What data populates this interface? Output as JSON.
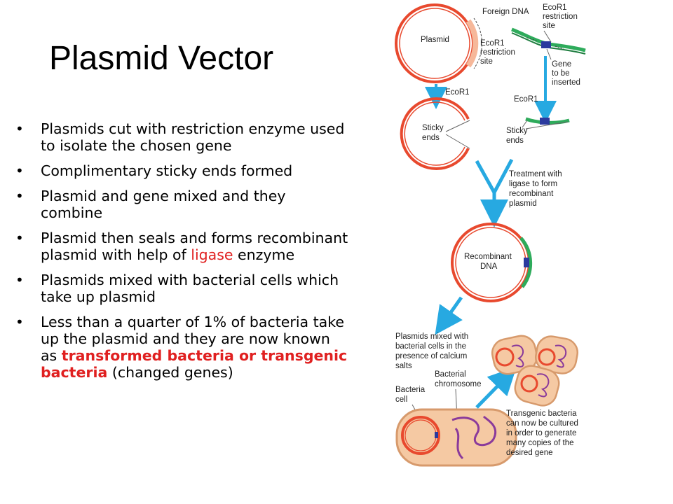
{
  "slide": {
    "title": "Plasmid Vector",
    "bullets": [
      {
        "text": "Plasmids cut with restriction enzyme used to isolate the chosen gene"
      },
      {
        "text": "Complimentary sticky ends formed"
      },
      {
        "text": "Plasmid and gene mixed and they combine"
      },
      {
        "pre": "Plasmid then seals and forms recombinant plasmid with help of ",
        "highlight": "ligase",
        "post": " enzyme"
      },
      {
        "text": "Plasmids mixed with bacterial cells which take up plasmid"
      },
      {
        "pre": "Less than a quarter of 1% of bacteria take up the plasmid and they are now known as ",
        "highlight": "transformed bacteria or transgenic bacteria",
        "post": " (changed genes)"
      }
    ],
    "bullet_glyph": "•"
  },
  "diagram": {
    "labels": {
      "plasmid": "Plasmid",
      "foreign_dna": "Foreign DNA",
      "ecor1_site_top": [
        "EcoR1",
        "restriction",
        "site"
      ],
      "ecor1_site_left": [
        "EcoR1",
        "restriction",
        "site"
      ],
      "gene_inserted": [
        "Gene",
        "to be",
        "inserted"
      ],
      "ecor1_left": "EcoR1",
      "ecor1_right": "EcoR1",
      "sticky_left": [
        "Sticky",
        "ends"
      ],
      "sticky_right": [
        "Sticky",
        "ends"
      ],
      "treatment": [
        "Treatment with",
        "ligase to form",
        "recombinant",
        "plasmid"
      ],
      "recombinant": [
        "Recombinant",
        "DNA"
      ],
      "mixed": [
        "Plasmids mixed with",
        "bacterial cells in the",
        "presence of calcium",
        "salts"
      ],
      "bacterial_chromosome": [
        "Bacterial",
        "chromosome"
      ],
      "bacteria_cell": [
        "Bacteria",
        "cell"
      ],
      "transgenic": [
        "Transgenic bacteria",
        "can now be cultured",
        "in order to generate",
        "many copies of the",
        "desired gene"
      ]
    },
    "colors": {
      "plasmid_red": "#e8492e",
      "plasmid_fill": "#f6b89a",
      "dna_green": "#2eab5b",
      "gene_blue": "#2b3a9e",
      "arrow_blue": "#27a9e1",
      "cell_fill": "#f5c9a3",
      "cell_stroke": "#d79a6c",
      "chromosome": "#8a3a9b"
    }
  }
}
